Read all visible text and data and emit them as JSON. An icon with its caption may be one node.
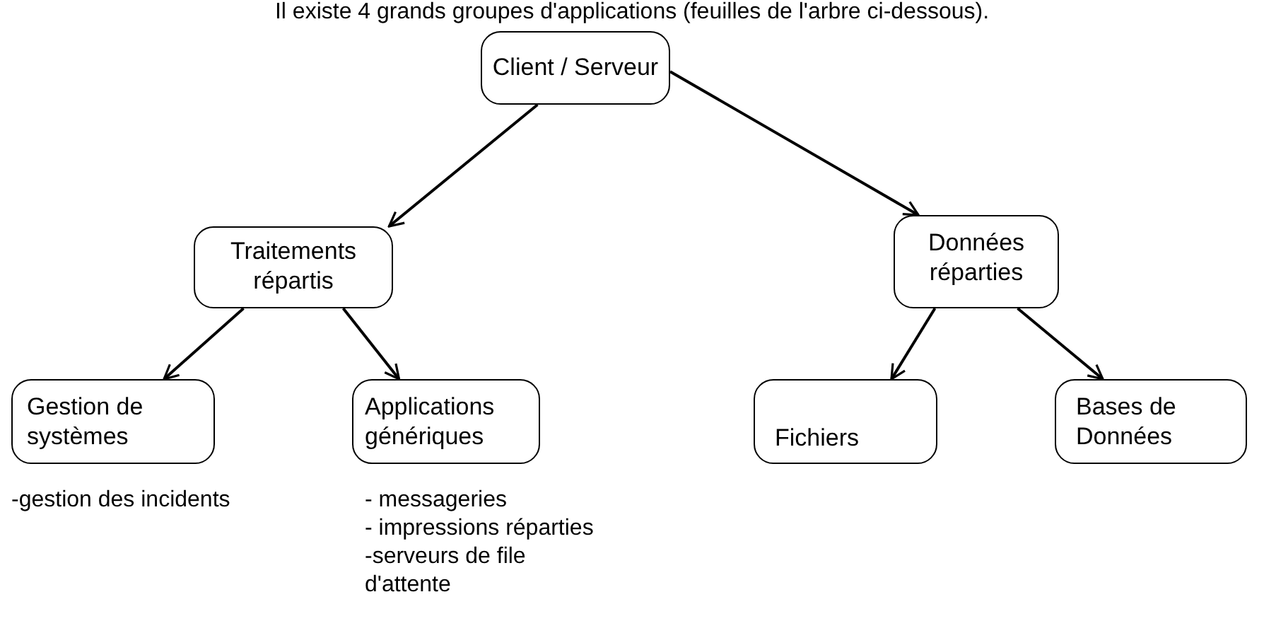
{
  "diagram": {
    "title": "Il existe 4 grands groupes d'applications (feuilles de l'arbre ci-dessous).",
    "nodes": [
      {
        "text": [
          "Client / Serveur"
        ]
      },
      {
        "text": [
          "Traitements répartis"
        ]
      },
      {
        "text": [
          "Données réparties"
        ]
      },
      {
        "text": [
          "Gestion de systèmes"
        ],
        "beside": [
          "-gestion des incidents"
        ]
      },
      {
        "text": [
          "Applications génériques"
        ],
        "beside": [
          "- messageries",
          "- impressions réparties",
          "-serveurs de file d'attente"
        ]
      },
      {
        "text": [
          "Fichiers"
        ]
      },
      {
        "text": [
          "Bases de Données"
        ]
      }
    ],
    "edges": [
      {
        "from": 0,
        "to": 1,
        "arrow": "to"
      },
      {
        "from": 0,
        "to": 2,
        "arrow": "to"
      },
      {
        "from": 1,
        "to": 3,
        "arrow": "to"
      },
      {
        "from": 1,
        "to": 4,
        "arrow": "to"
      },
      {
        "from": 2,
        "to": 5,
        "arrow": "to"
      },
      {
        "from": 2,
        "to": 6,
        "arrow": "to"
      }
    ]
  }
}
